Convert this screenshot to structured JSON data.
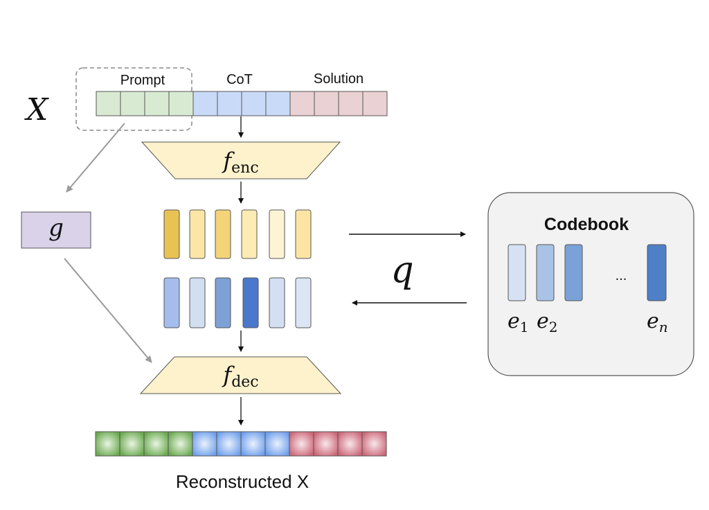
{
  "input": {
    "symbol": "X",
    "segments": [
      {
        "label": "Prompt",
        "color": "#d9ead3",
        "count": 4
      },
      {
        "label": "CoT",
        "color": "#c9daf8",
        "count": 4
      },
      {
        "label": "Solution",
        "color": "#ead1d3",
        "count": 4
      }
    ]
  },
  "encoder": {
    "symbol": "f",
    "subscript": "enc"
  },
  "decoder": {
    "symbol": "f",
    "subscript": "dec"
  },
  "g_box": {
    "symbol": "g"
  },
  "quantizer": {
    "symbol": "q"
  },
  "latents": {
    "encoded_colors": [
      "#e8c252",
      "#fbe6a6",
      "#f4d479",
      "#fcebb3",
      "#fdf4d6",
      "#fbe4a4"
    ],
    "quantized_colors": [
      "#a4bdec",
      "#d2dff1",
      "#7da1d7",
      "#4a78cc",
      "#d4e0f1",
      "#dbe5f3"
    ]
  },
  "codebook": {
    "title": "Codebook",
    "entry_colors": [
      "#d6e2f3",
      "#a9c3e6",
      "#7aa2d8",
      "#4f7fc6"
    ],
    "ellipsis": "...",
    "labels": [
      {
        "base": "e",
        "sub": "1"
      },
      {
        "base": "e",
        "sub": "2"
      },
      {
        "base": "e",
        "sub": "n"
      }
    ]
  },
  "output": {
    "caption": "Reconstructed X",
    "colors": [
      "#6aa84f",
      "#6d9eeb",
      "#cc6677"
    ]
  },
  "colors": {
    "box_fill": "#fdf2cc",
    "g_fill": "#d9d2e9",
    "codebook_bg": "#f2f2f2"
  }
}
